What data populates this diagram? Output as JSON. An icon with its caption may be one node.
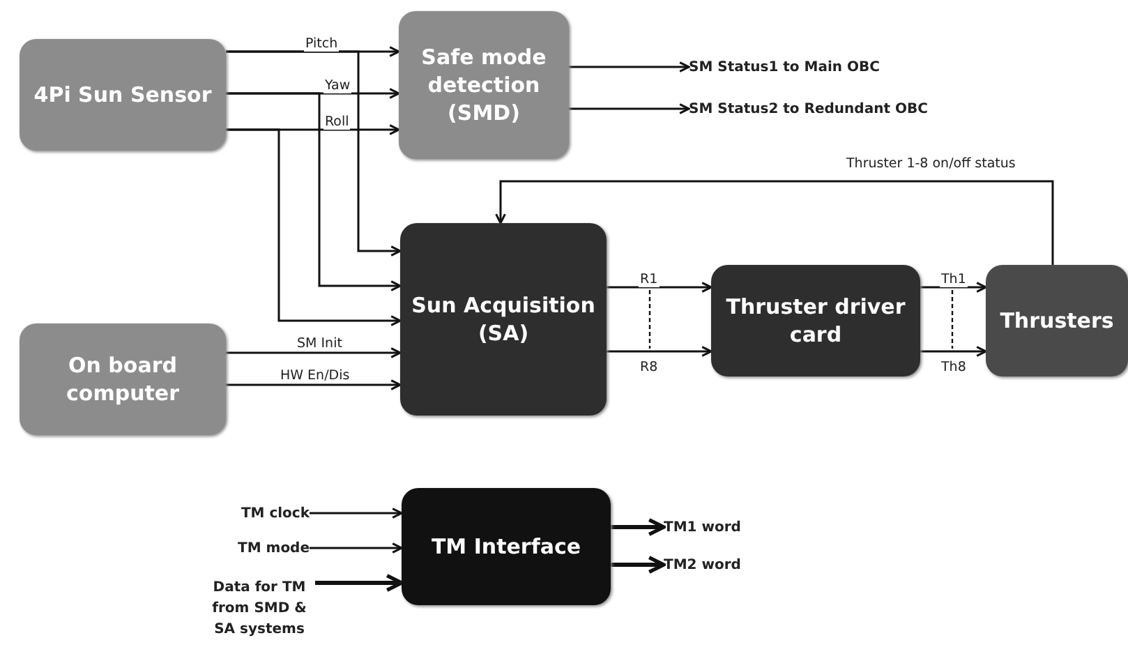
{
  "diagram": {
    "nodes": [
      {
        "text": [
          "4Pi Sun Sensor"
        ]
      },
      {
        "text": [
          "Safe mode detection (SMD)"
        ]
      },
      {
        "text": [
          "Sun Acquisition (SA)"
        ]
      },
      {
        "text": [
          "On board computer"
        ]
      },
      {
        "text": [
          "Thruster driver card"
        ]
      },
      {
        "text": [
          "Thrusters"
        ]
      },
      {
        "text": [
          "TM Interface"
        ]
      },
      {
        "text": [
          "SM Status1 to Main OBC"
        ]
      },
      {
        "text": [
          "SM Status2 to Redundant OBC"
        ]
      },
      {
        "text": [
          "TM clock"
        ]
      },
      {
        "text": [
          "TM mode"
        ]
      },
      {
        "text": [
          "Data for TM from SMD & SA systems"
        ]
      },
      {
        "text": [
          "TM1 word"
        ]
      },
      {
        "text": [
          "TM2 word"
        ]
      }
    ],
    "edges": [
      {
        "from": 0,
        "to": 1,
        "arrow": "to",
        "label": "Pitch"
      },
      {
        "from": 0,
        "to": 1,
        "arrow": "to",
        "label": "Yaw"
      },
      {
        "from": 0,
        "to": 1,
        "arrow": "to",
        "label": "Roll"
      },
      {
        "from": 0,
        "to": 2,
        "arrow": "to"
      },
      {
        "from": 0,
        "to": 2,
        "arrow": "to"
      },
      {
        "from": 0,
        "to": 2,
        "arrow": "to"
      },
      {
        "from": 3,
        "to": 2,
        "arrow": "to",
        "label": "SM Init"
      },
      {
        "from": 3,
        "to": 2,
        "arrow": "to",
        "label": "HW En/Dis"
      },
      {
        "from": 2,
        "to": 4,
        "arrow": "to",
        "label": "R1"
      },
      {
        "from": 2,
        "to": 4,
        "arrow": "to",
        "label": "R8"
      },
      {
        "from": 4,
        "to": 5,
        "arrow": "to",
        "label": "Th1"
      },
      {
        "from": 4,
        "to": 5,
        "arrow": "to",
        "label": "Th8"
      },
      {
        "from": 5,
        "to": 2,
        "arrow": "to",
        "label": "Thruster 1-8 on/off status"
      },
      {
        "from": 1,
        "to": 7,
        "arrow": "to"
      },
      {
        "from": 1,
        "to": 8,
        "arrow": "to"
      },
      {
        "from": 9,
        "to": 6,
        "arrow": "to"
      },
      {
        "from": 10,
        "to": 6,
        "arrow": "to"
      },
      {
        "from": 11,
        "to": 6,
        "arrow": "to",
        "style": "thick"
      },
      {
        "from": 6,
        "to": 12,
        "arrow": "to",
        "style": "thick"
      },
      {
        "from": 6,
        "to": 13,
        "arrow": "to",
        "style": "thick"
      }
    ]
  }
}
